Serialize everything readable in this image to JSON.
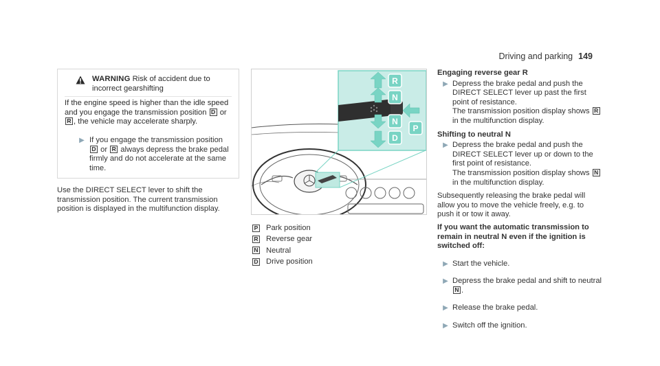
{
  "header": {
    "section": "Driving and parking",
    "page_number": "149"
  },
  "warning": {
    "title": "WARNING",
    "title_rest": "Risk of accident due to incorrect gearshifting",
    "body_1": "If the engine speed is higher than the idle speed and you engage the transmission position ",
    "body_key_d": "D",
    "body_or": " or ",
    "body_key_r": "R",
    "body_2": ", the vehicle may accelerate sharply.",
    "step_1": "If you engage the transmission position ",
    "step_key_d": "D",
    "step_or": " or ",
    "step_key_r": "R",
    "step_2": " always depress the brake pedal firmly and do not accelerate at the same time."
  },
  "intro": "Use the DIRECT SELECT lever to shift the transmission position. The current transmission position is displayed in the multifunction display.",
  "figure": {
    "label_r": "R",
    "label_n_top": "N",
    "label_n_bottom": "N",
    "label_d": "D",
    "label_p": "P",
    "accent_color": "#79d4c4",
    "panel_color": "#c9ece7"
  },
  "legend": [
    {
      "key": "P",
      "text": "Park position"
    },
    {
      "key": "R",
      "text": "Reverse gear"
    },
    {
      "key": "N",
      "text": "Neutral"
    },
    {
      "key": "D",
      "text": "Drive position"
    }
  ],
  "col3": {
    "reverse_title": "Engaging reverse gear R",
    "reverse_step_1": "Depress the brake pedal and push the DIRECT SELECT lever up past the first point of resistance.",
    "reverse_step_2a": "The transmission position display shows ",
    "reverse_step_key": "R",
    "reverse_step_2b": " in the multifunction display.",
    "neutral_title": "Shifting to neutral N",
    "neutral_step_1": "Depress the brake pedal and push the DIRECT SELECT lever up or down to the first point of resistance.",
    "neutral_step_2a": "The transmission position display shows ",
    "neutral_step_key": "N",
    "neutral_step_2b": " in the multifunction display.",
    "subsequent": "Subsequently releasing the brake pedal will allow you to move the vehicle freely, e.g. to push it or tow it away.",
    "stay_title": "If you want the automatic transmission to remain in neutral N even if the ignition is switched off:",
    "stay_step_1": "Start the vehicle.",
    "stay_step_2a": "Depress the brake pedal and shift to neutral ",
    "stay_step_2_key": "N",
    "stay_step_2b": ".",
    "stay_step_3": "Release the brake pedal.",
    "stay_step_4": "Switch off the ignition."
  }
}
